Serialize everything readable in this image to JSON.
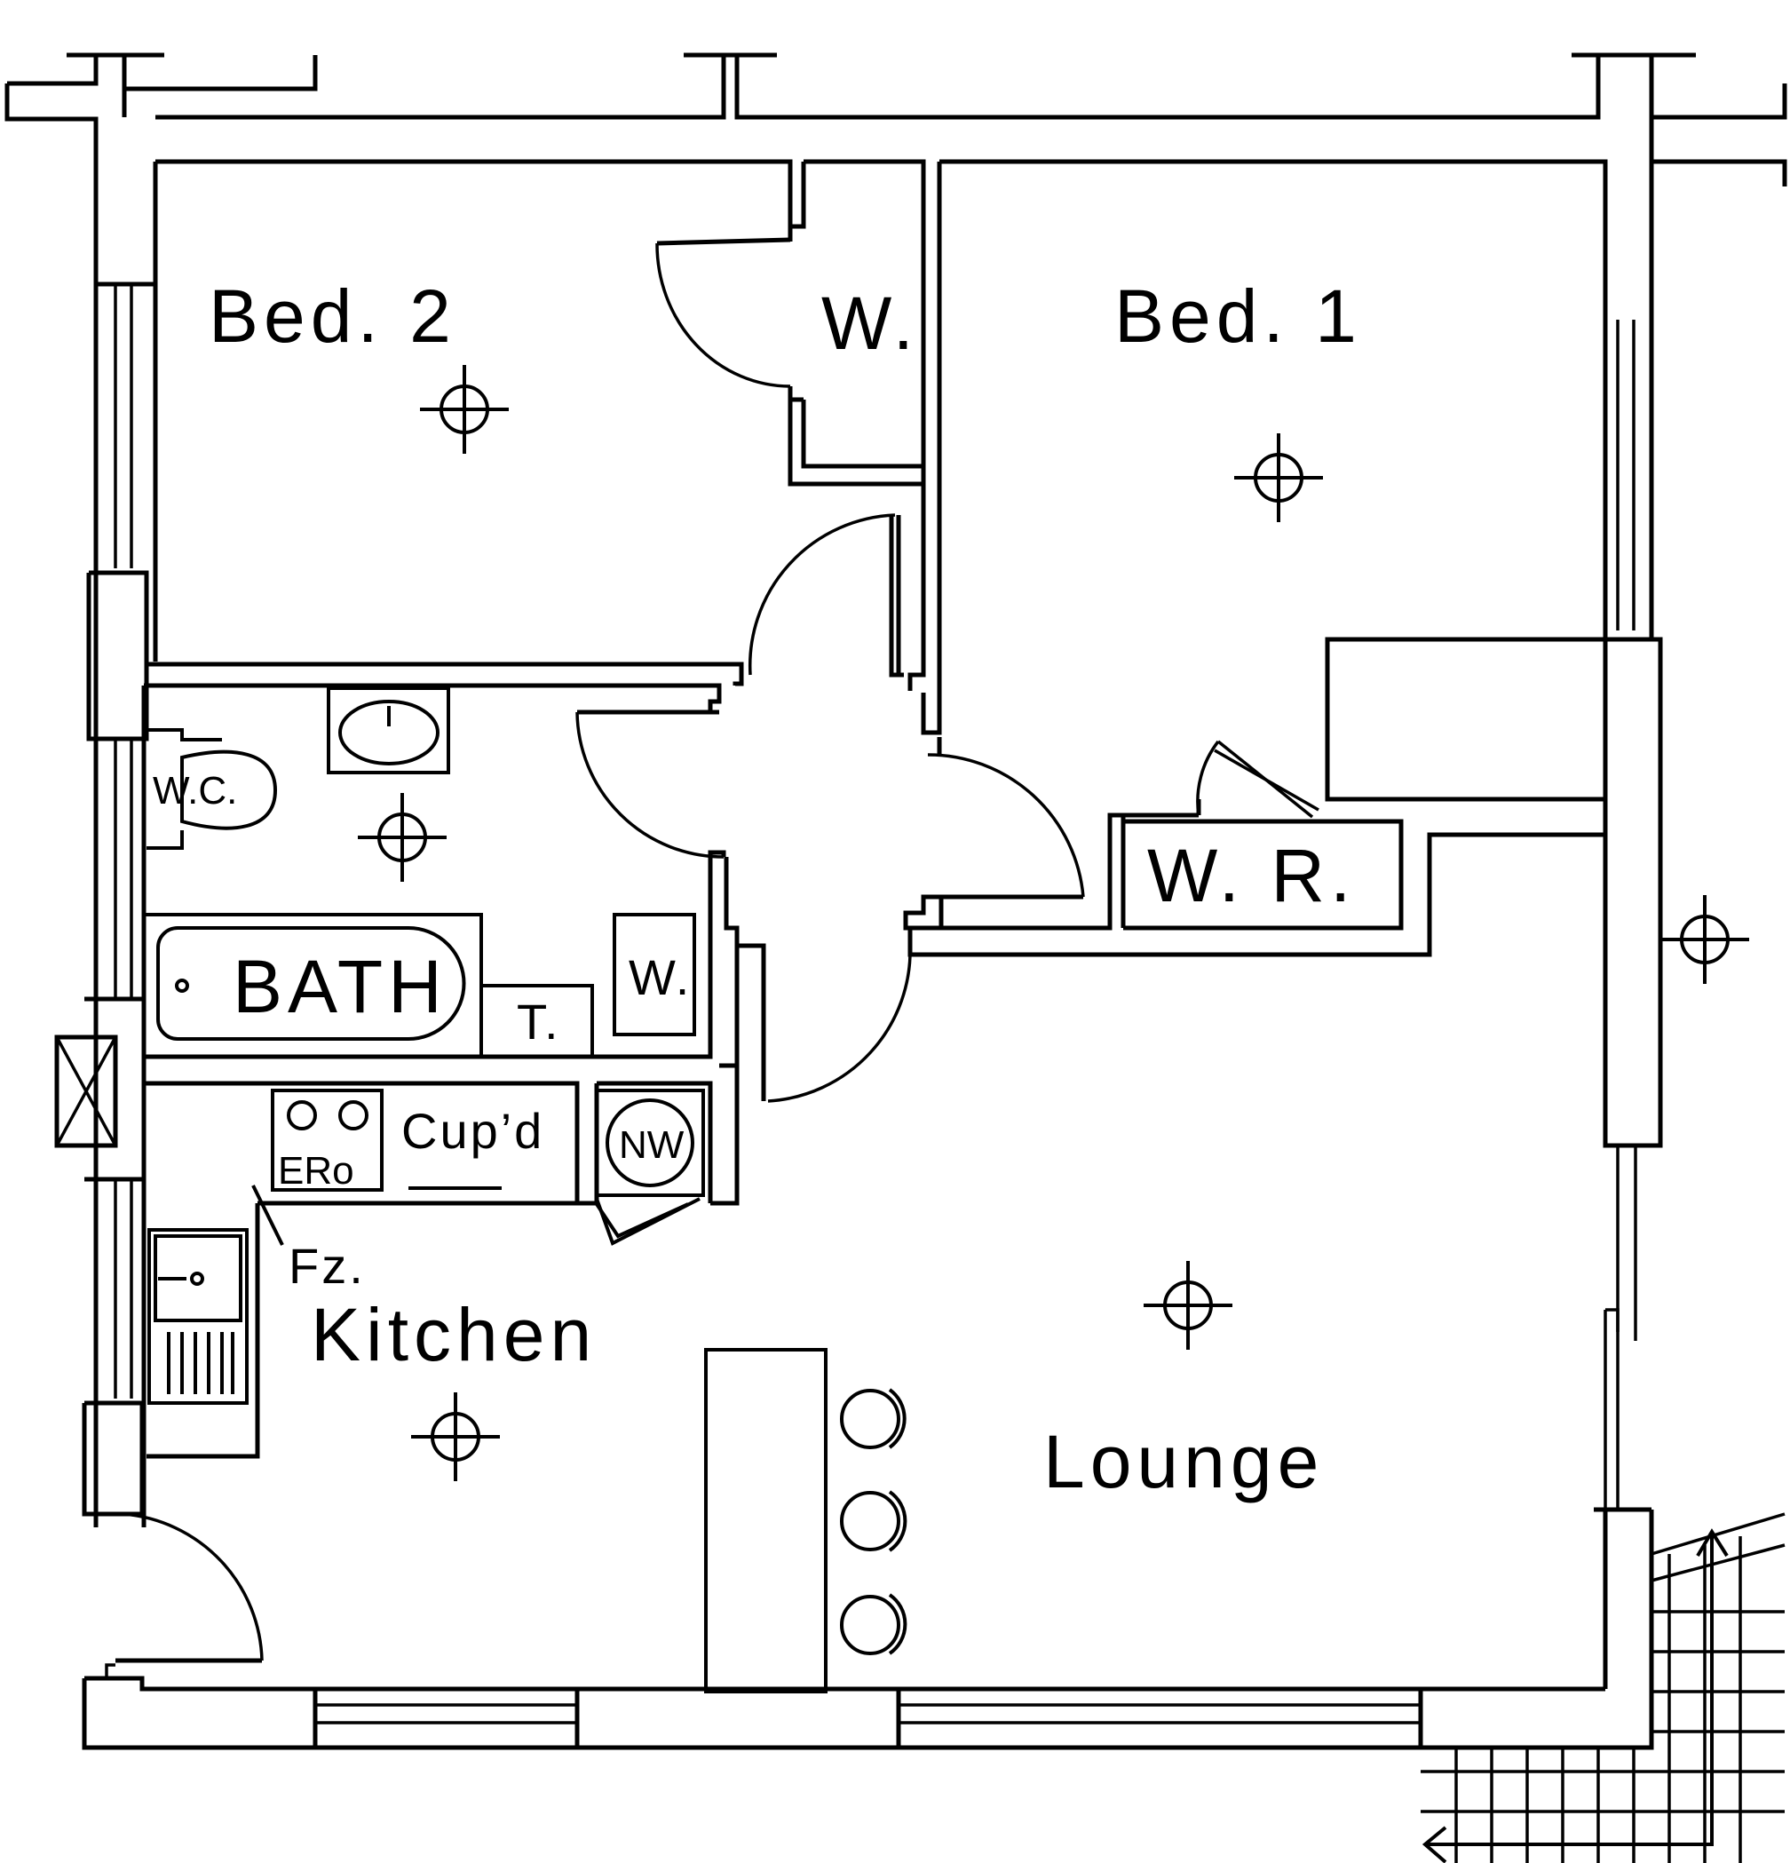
{
  "labels": {
    "bed2": "Bed. 2",
    "bed1": "Bed. 1",
    "wardrobe_bed2": "W.",
    "wardrobe_bed1": "W. R.",
    "wc": "W.C.",
    "bath": "BATH",
    "towel": "T.",
    "wardrobe_bath": "W.",
    "cupboard": "Cup’d",
    "cooker": "ERo",
    "washer": "NW",
    "freezer": "Fz.",
    "kitchen": "Kitchen",
    "lounge": "Lounge"
  },
  "colors": {
    "line": "#000000",
    "background": "#ffffff"
  },
  "icons": [
    "light-point-icon",
    "door-swing-icon",
    "stair-arrow-icon",
    "chimney-flue-icon"
  ]
}
